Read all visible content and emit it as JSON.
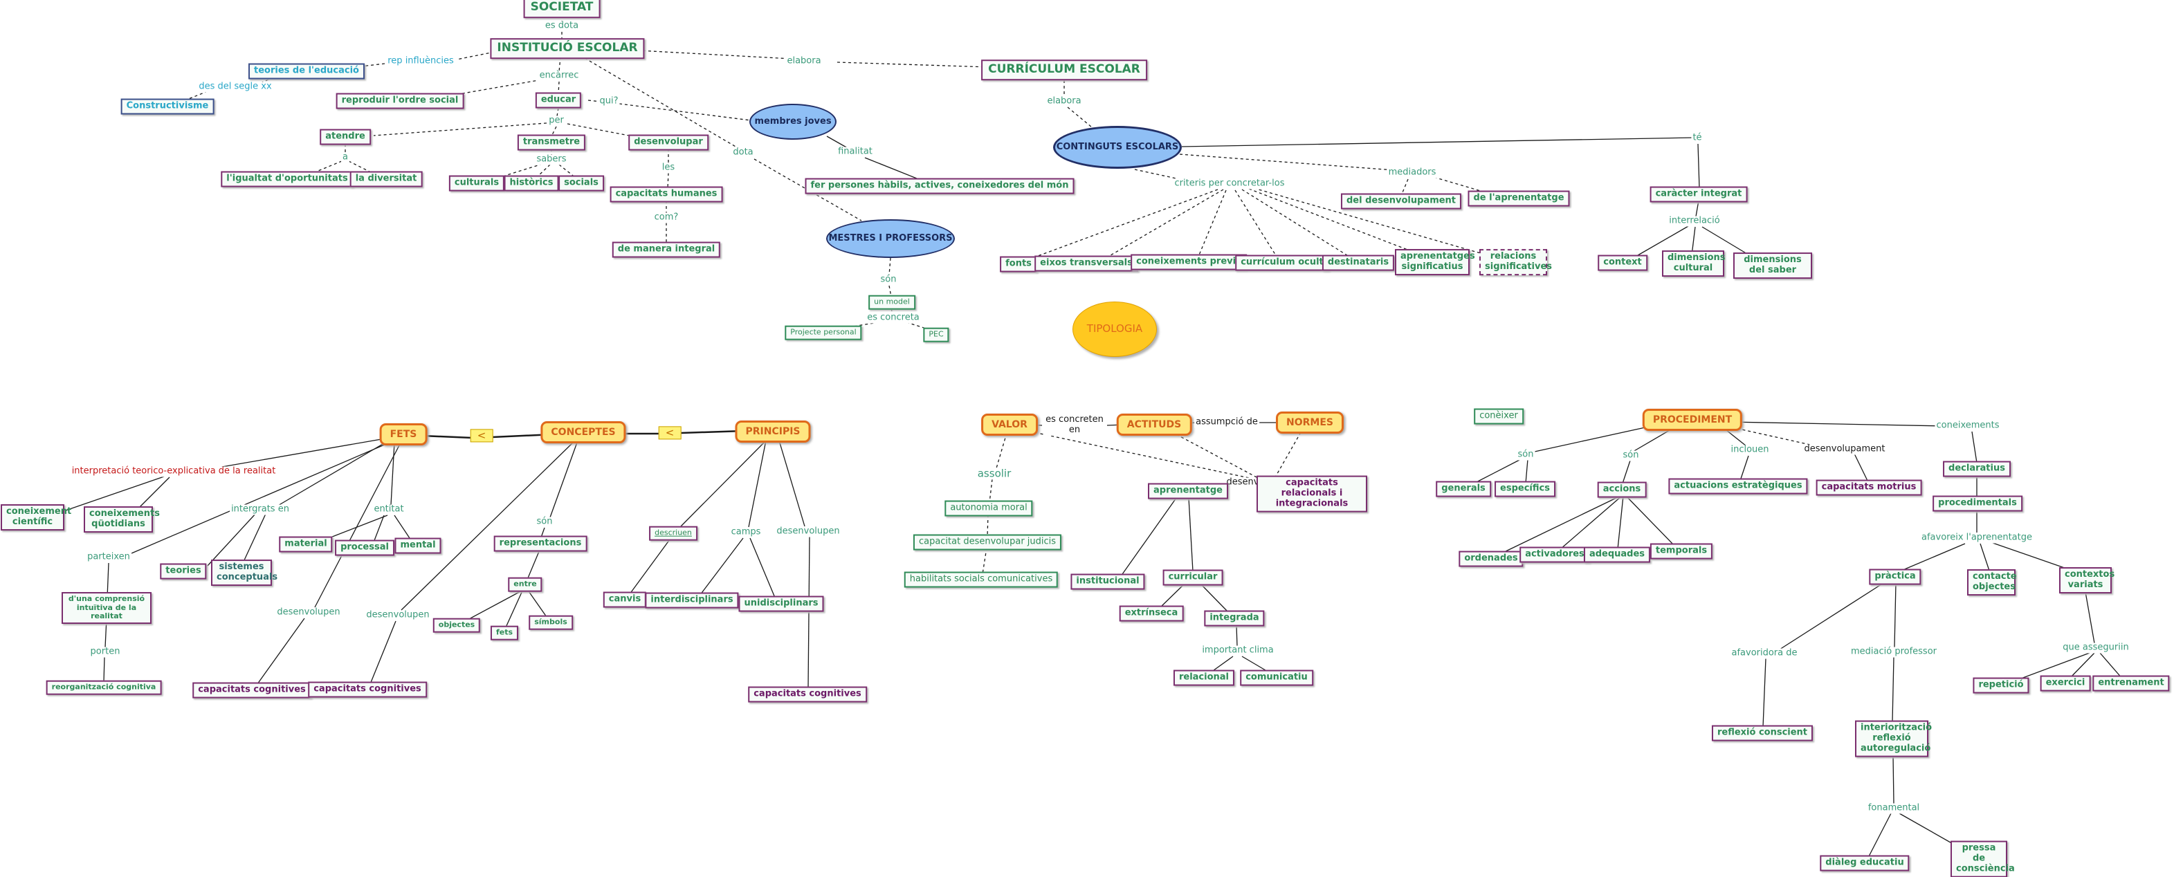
{
  "top": {
    "societat": "SOCIETAT",
    "es_dota": "es dota",
    "institucio": "INSTITUCIÓ ESCOLAR",
    "rep_influencies": "rep influències",
    "teories_educacio": "teories de l'educació",
    "des_segle": "des del segle xx",
    "constructivisme": "Constructivisme",
    "encarrec": "encàrrec",
    "reproduir": "reproduir l'ordre social",
    "educar": "educar",
    "qui": "qui?",
    "per": "per",
    "atendre": "atendre",
    "a": "a",
    "igualtat": "l'igualtat d'oportunitats",
    "diversitat": "la diversitat",
    "transmetre": "transmetre",
    "sabers": "sabers",
    "culturals": "culturals",
    "historics": "històrics",
    "socials": "socials",
    "desenvolupar": "desenvolupar",
    "les": "les",
    "capacitats_humanes": "capacitats humanes",
    "com": "com?",
    "manera_integral": "de manera integral",
    "membres_joves": "membres joves",
    "finalitat": "finalitat",
    "fer_persones": "fer persones hàbils, actives, coneixedores del món",
    "dota": "dota",
    "mestres": "MESTRES I PROFESSORS",
    "son": "són",
    "un_model": "un model",
    "es_concreta": "es concreta",
    "projecte_personal": "Projecte personal",
    "pec": "PEC",
    "elabora": "elabora",
    "curriculum": "CURRÍCULUM ESCOLAR",
    "elabora2": "elabora",
    "continguts": "CONTINGUTS ESCOLARS",
    "criteris": "criteris per concretar-los",
    "fonts": "fonts",
    "eixos": "eixos transversals",
    "coneixements_previs": "coneixements previs",
    "curriculum_ocult": "currículum ocult",
    "destinataris": "destinataris",
    "aprenentatges_significatius": "aprenentatges significatius",
    "relacions_significatives": "relacions significatives",
    "mediadors": "mediadors",
    "del_desenvolupament": "del desenvolupament",
    "de_aprenentatge": "de l'aprenentatge",
    "te": "té",
    "caracter_integrat": "caràcter integrat",
    "interrelacio": "interrelació",
    "context": "context",
    "dimensions_cultural": "dimensions cultural",
    "dimensions_saber": "dimensions del saber",
    "tipologia": "TIPOLOGIA"
  },
  "left": {
    "fets": "FETS",
    "lt1": "<",
    "conceptes": "CONCEPTES",
    "lt2": "<",
    "principis": "PRINCIPIS",
    "interpretacio": "interpretació teorico-explicativa de la realitat",
    "coneixement_cientific": "coneixement científic",
    "coneixements_quotidians": "coneixements qüotidians",
    "integrats_en": "intergrats en",
    "entitat": "entitat",
    "parteixen": "parteixen",
    "teories": "teories",
    "sistemes_conceptuals": "sistemes conceptuals",
    "material": "material",
    "processal": "processal",
    "mental": "mental",
    "comprensio": "d'una comprensió intuïtiva de la realitat",
    "porten": "porten",
    "reorganitzacio": "reorganització cognitiva",
    "desenvolupen1": "desenvolupen",
    "capacitats_cognitives1": "capacitats cognitives",
    "desenvolupen2": "desenvolupen",
    "capacitats_cognitives2": "capacitats cognitives",
    "son": "són",
    "representacions": "representacions",
    "entre": "entre",
    "objectes": "objectes",
    "fets_small": "fets",
    "simbols": "símbols",
    "descriuen": "descriuen",
    "camps": "camps",
    "desenvolupen3": "desenvolupen",
    "canvis": "canvis",
    "interdisciplinars": "interdisciplinars",
    "unidisciplinars": "unidisciplinars",
    "capacitats_cognitives3": "capacitats cognitives"
  },
  "middle": {
    "valor": "VALOR",
    "es_concreten_en": "es concreten en",
    "actituds": "ACTITUDS",
    "assumpcio_de": "assumpció de",
    "normes": "NORMES",
    "assolir": "assolir",
    "autonomia_moral": "autonomia moral",
    "capacitat_judicis": "capacitat desenvolupar judicis",
    "habilitats": "habilitats socials comunicatives",
    "desenvolupament": "desenvolupament",
    "aprenentatge": "aprenentatge",
    "capacitats_relacionals": "capacitats relacionals i integracionals",
    "institucional": "institucional",
    "curricular": "curricular",
    "extrinseca": "extrínseca",
    "integrada": "integrada",
    "important_clima": "important clima",
    "relacional": "relacional",
    "comunicatiu": "comunicatiu"
  },
  "right": {
    "coneixer": "conèixer",
    "procediment": "PROCEDIMENT",
    "son1": "són",
    "generals": "generals",
    "especifics": "específics",
    "son2": "són",
    "accions": "accions",
    "ordenades": "ordenades",
    "activadores": "activadores",
    "adequades": "adequades",
    "temporals": "temporals",
    "inclouen": "inclouen",
    "actuacions_estrategiques": "actuacions estratègiques",
    "desenvolupament": "desenvolupament",
    "capacitats_motrius": "capacitats motrius",
    "coneixements": "coneixements",
    "declaratius": "declaratius",
    "procedimentals": "procedimentals",
    "afavoreix": "afavoreix l'aprenentatge",
    "practica": "pràctica",
    "contacte_objectes": "contacte objectes",
    "contextos_variats": "contextos variats",
    "afavoridora_de": "afavoridora de",
    "reflexio_conscient": "reflexió conscient",
    "mediacio_professor": "mediació professor",
    "interioritzacio": "interiorització reflexió autoregulació",
    "fonamental": "fonamental",
    "dialeg_educatiu": "diàleg educatiu",
    "pressa_consciencia": "pressa de consciència",
    "que_asseguren": "que asseguriin",
    "repeticio": "repetició",
    "exercici": "exercici",
    "entrenament": "entrenament"
  },
  "colors": {
    "box_border": "#7a2e6e",
    "box_text": "#2e8b57",
    "link_label": "#3a9a7a",
    "orange_border": "#e06a1a",
    "ellipse_fill": "#8fbff5",
    "tipologia_fill": "#ffc820"
  }
}
